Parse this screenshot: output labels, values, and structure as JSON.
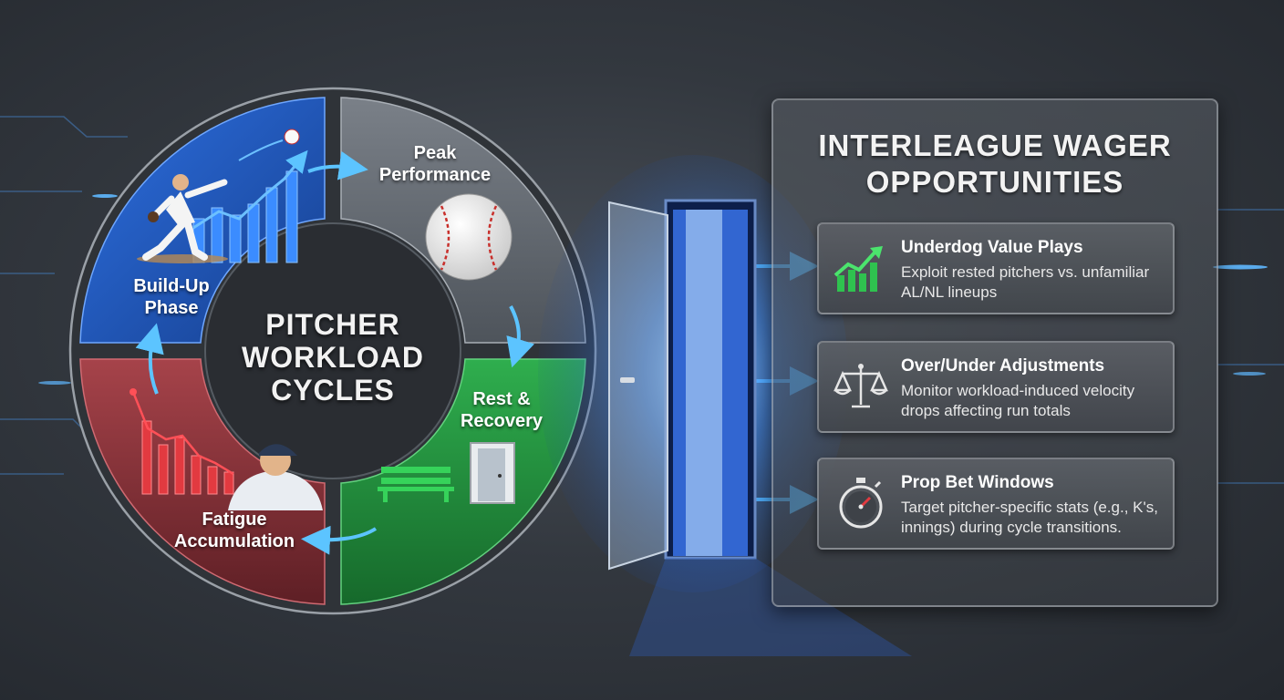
{
  "diagram": {
    "center_title": "PITCHER WORKLOAD CYCLES",
    "segments": [
      {
        "id": "build-up",
        "label": "Build-Up Phase",
        "color": "#1e56b8"
      },
      {
        "id": "peak",
        "label": "Peak Performance",
        "color": "#5c636b"
      },
      {
        "id": "rest",
        "label": "Rest & Recovery",
        "color": "#1f8a3a"
      },
      {
        "id": "fatigue",
        "label": "Fatigue Accumulation",
        "color": "#8a2d33"
      }
    ]
  },
  "panel": {
    "title": "INTERLEAGUE WAGER OPPORTUNITIES",
    "cards": [
      {
        "title": "Underdog Value Plays",
        "description": "Exploit rested pitchers vs. unfamiliar AL/NL lineups",
        "icon": "rising-chart-icon"
      },
      {
        "title": "Over/Under Adjustments",
        "description": "Monitor workload-induced velocity drops affecting run totals",
        "icon": "scales-icon"
      },
      {
        "title": "Prop Bet Windows",
        "description": "Target pitcher-specific stats (e.g., K's, innings) during cycle transitions.",
        "icon": "stopwatch-icon"
      }
    ]
  },
  "colors": {
    "accent": "#3aa8ff",
    "build": "#1e56b8",
    "peak": "#5c636b",
    "rest": "#1f8a3a",
    "fatigue": "#8a2d33"
  }
}
